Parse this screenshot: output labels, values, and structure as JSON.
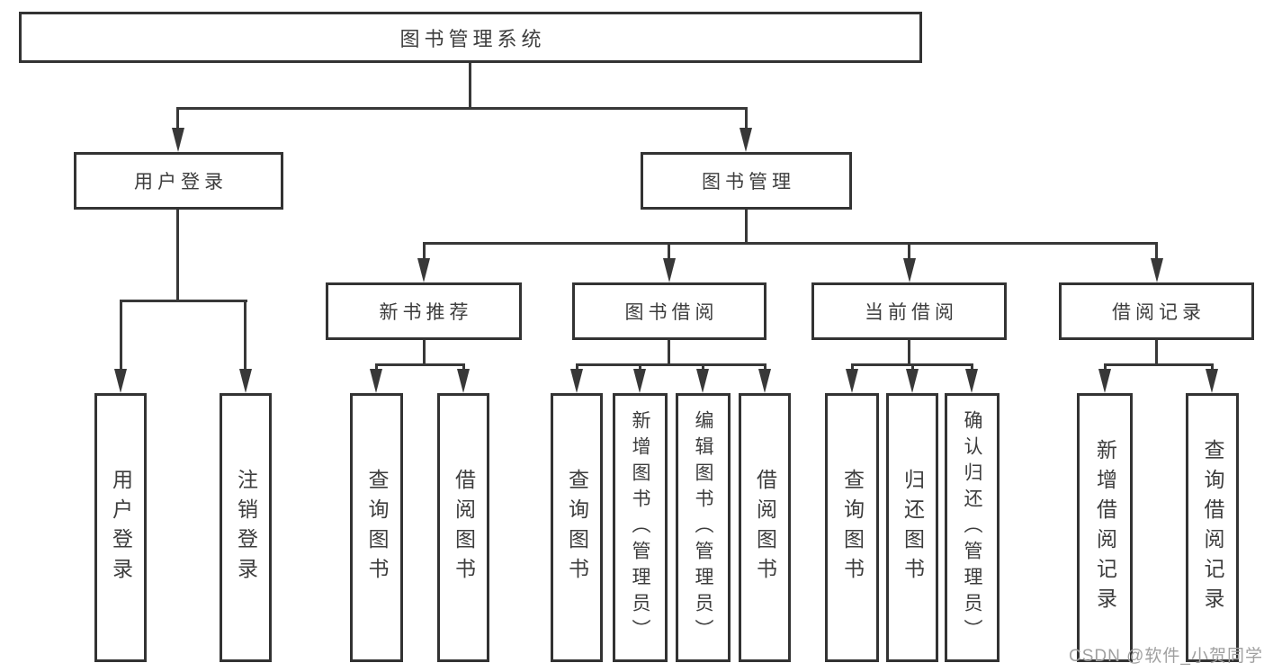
{
  "diagram": {
    "root": {
      "label": "图书管理系统"
    },
    "level2": {
      "user_login": {
        "label": "用户登录"
      },
      "book_management": {
        "label": "图书管理"
      }
    },
    "level3": {
      "new_book_recommend": {
        "label": "新书推荐"
      },
      "book_borrow": {
        "label": "图书借阅"
      },
      "current_borrow": {
        "label": "当前借阅"
      },
      "borrow_record": {
        "label": "借阅记录"
      }
    },
    "leaves": {
      "user_login_children": [
        {
          "label": "用户登录"
        },
        {
          "label": "注销登录"
        }
      ],
      "new_book_children": [
        {
          "label": "查询图书"
        },
        {
          "label": "借阅图书"
        }
      ],
      "book_borrow_children": [
        {
          "label": "查询图书"
        },
        {
          "label": "新增图书（管理员）"
        },
        {
          "label": "编辑图书（管理员）"
        },
        {
          "label": "借阅图书"
        }
      ],
      "current_borrow_children": [
        {
          "label": "查询图书"
        },
        {
          "label": "归还图书"
        },
        {
          "label": "确认归还（管理员）"
        }
      ],
      "borrow_record_children": [
        {
          "label": "新增借阅记录"
        },
        {
          "label": "查询借阅记录"
        }
      ]
    }
  },
  "watermark": {
    "text": "CSDN @软件_小贺同学"
  },
  "colors": {
    "background": "#ffffff",
    "line": "#383838",
    "box_border": "#333333",
    "text": "#3d3d3d",
    "watermark_text": "#a0a0a0"
  }
}
